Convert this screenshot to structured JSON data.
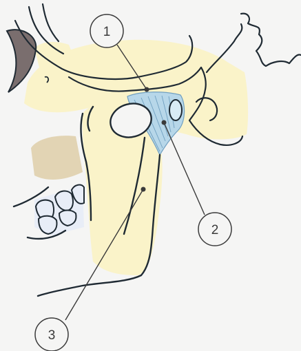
{
  "colors": {
    "background": "#f5f5f4",
    "bone": "#faf3c9",
    "shadow": "#e2d4b4",
    "ligament": "#b7d7e9",
    "ligament_stroke": "#6f9fc0",
    "outline": "#1f2a33",
    "eye_socket": "#7a6e6e",
    "teeth": "#e8edf7"
  },
  "callouts": [
    {
      "id": "1",
      "label": "1"
    },
    {
      "id": "2",
      "label": "2"
    },
    {
      "id": "3",
      "label": "3"
    }
  ]
}
